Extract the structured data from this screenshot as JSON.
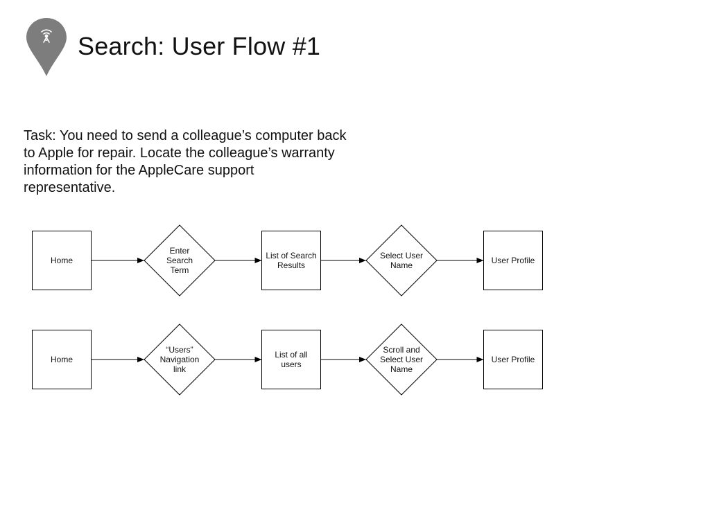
{
  "page": {
    "title": "Search: User Flow #1",
    "task": "Task: You need to send a colleague’s computer back to Apple for repair. Locate the colleague’s warranty information for the AppleCare support representative."
  },
  "icon": {
    "name": "location-pin-icon",
    "fill": "#7d7d7d",
    "glyph_color": "#ffffff"
  },
  "flows": [
    {
      "nodes": [
        {
          "shape": "rect",
          "lines": [
            "Home"
          ]
        },
        {
          "shape": "diamond",
          "lines": [
            "Enter",
            "Search",
            "Term"
          ]
        },
        {
          "shape": "rect",
          "lines": [
            "List of Search",
            "Results"
          ]
        },
        {
          "shape": "diamond",
          "lines": [
            "Select User",
            "Name"
          ]
        },
        {
          "shape": "rect",
          "lines": [
            "User Profile"
          ]
        }
      ]
    },
    {
      "nodes": [
        {
          "shape": "rect",
          "lines": [
            "Home"
          ]
        },
        {
          "shape": "diamond",
          "lines": [
            "“Users”",
            "Navigation",
            "link"
          ]
        },
        {
          "shape": "rect",
          "lines": [
            "List of all",
            "users"
          ]
        },
        {
          "shape": "diamond",
          "lines": [
            "Scroll and",
            "Select User",
            "Name"
          ]
        },
        {
          "shape": "rect",
          "lines": [
            "User Profile"
          ]
        }
      ]
    }
  ]
}
